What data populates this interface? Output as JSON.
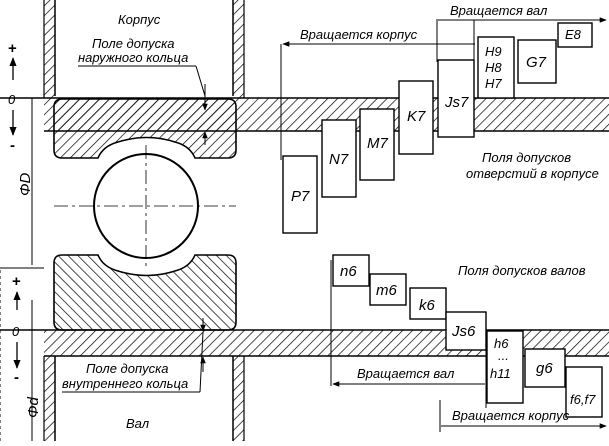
{
  "housing": {
    "title": "Корпус",
    "outer_tol_line1": "Поле допуска",
    "outer_tol_line2": "наружного кольца"
  },
  "shaft": {
    "title": "Вал",
    "inner_tol_line1": "Поле допуска",
    "inner_tol_line2": "внутреннего кольца"
  },
  "axes": {
    "plus": "+",
    "minus": "-",
    "zero": "0",
    "dia_outer": "ΦD",
    "dia_inner": "Φd"
  },
  "hole_fields": {
    "caption_line1": "Поля допусков",
    "caption_line2": "отверстий в корпусе",
    "rot_housing": "Вращается корпус",
    "rot_shaft": "Вращается вал",
    "items": [
      "P7",
      "N7",
      "M7",
      "K7",
      "Js7",
      "H9",
      "H8",
      "H7",
      "G7",
      "E8"
    ]
  },
  "shaft_fields": {
    "caption": "Поля допусков валов",
    "rot_shaft": "Вращается вал",
    "rot_housing": "Вращается корпус",
    "items": [
      "n6",
      "m6",
      "k6",
      "Js6",
      "h6",
      "...",
      "h11",
      "g6",
      "f6,f7"
    ]
  }
}
